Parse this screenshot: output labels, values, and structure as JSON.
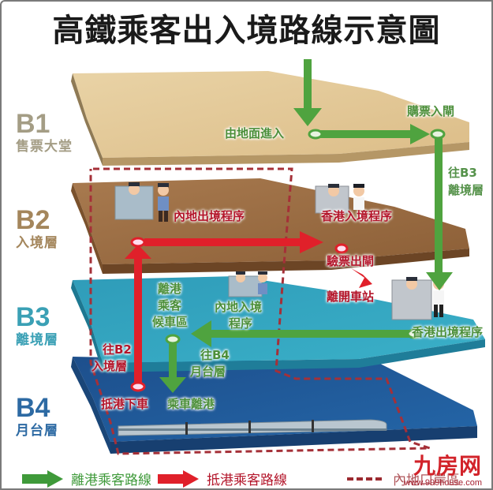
{
  "title": "高鐵乘客出入境路線示意圖",
  "floors": [
    {
      "code": "B1",
      "name": "售票大堂",
      "color": "#a49d85",
      "slab_color": "#e3c794"
    },
    {
      "code": "B2",
      "name": "入境層",
      "color": "#a4865c",
      "slab_color": "#9a6a40"
    },
    {
      "code": "B3",
      "name": "離境層",
      "color": "#3aa0b5",
      "slab_color": "#2ea3c0"
    },
    {
      "code": "B4",
      "name": "月台層",
      "color": "#2d6aa3",
      "slab_color": "#1f5a99"
    }
  ],
  "labels": {
    "b1_enter": "由地面進入",
    "b1_ticket_gate": "購票入閘",
    "to_b3_line1": "往B3",
    "to_b3_line2": "離境層",
    "b2_mainland_exit": "內地出境程序",
    "b2_hk_entry": "香港入境程序",
    "b2_ticket_exit": "驗票出閘",
    "b2_leave_station": "離開車站",
    "b3_waiting_line1": "離港",
    "b3_waiting_line2": "乘客",
    "b3_waiting_line3": "候車區",
    "b3_mainland_entry_line1": "內地入境",
    "b3_mainland_entry_line2": "程序",
    "b3_hk_exit": "香港出境程序",
    "to_b2_line1": "往B2",
    "to_b2_line2": "入境層",
    "to_b4_line1": "往B4",
    "to_b4_line2": "月台層",
    "b4_arrive": "抵港下車",
    "b4_board": "乘車離港"
  },
  "legend": [
    {
      "label": "離港乘客路線",
      "color": "#3f9a3a",
      "type": "arrow"
    },
    {
      "label": "抵港乘客路線",
      "color": "#e0202a",
      "type": "arrow"
    },
    {
      "label": "內地口岸區",
      "color": "#9c2a30",
      "type": "dashed"
    }
  ],
  "watermark": {
    "brand": "九房网",
    "url": "www.999house.com"
  },
  "colors": {
    "departure_route": "#4fa33f",
    "arrival_route": "#e0202a",
    "boundary": "#a53038"
  }
}
